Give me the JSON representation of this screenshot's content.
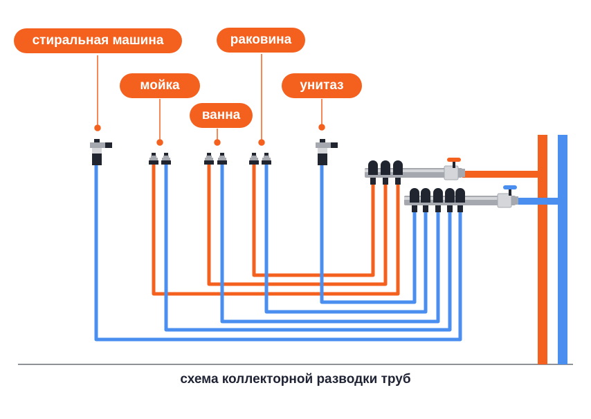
{
  "colors": {
    "hot": "#f4611e",
    "cold": "#4a8ef0",
    "fitting_dark": "#202530",
    "fitting_grey": "#a5a8ae",
    "fitting_light": "#d4d6da",
    "ground_line": "#8e9196",
    "caption_text": "#1e2233"
  },
  "fixtures": {
    "washing_machine": {
      "label": "стиральная машина",
      "supply": "cold",
      "icon": "tap-icon"
    },
    "sink_kitchen": {
      "label": "мойка",
      "supply": "hot+cold",
      "icon": "fitting-pair-icon"
    },
    "bath": {
      "label": "ванна",
      "supply": "hot+cold",
      "icon": "fitting-pair-icon"
    },
    "washbasin": {
      "label": "раковина",
      "supply": "hot+cold",
      "icon": "fitting-pair-icon"
    },
    "toilet": {
      "label": "унитаз",
      "supply": "cold",
      "icon": "tap-icon"
    }
  },
  "manifolds": {
    "hot_outlets": 3,
    "cold_outlets": 5,
    "hot_valve_icon": "valve-handle-icon",
    "cold_valve_icon": "valve-handle-icon"
  },
  "caption": "схема коллекторной разводки труб"
}
